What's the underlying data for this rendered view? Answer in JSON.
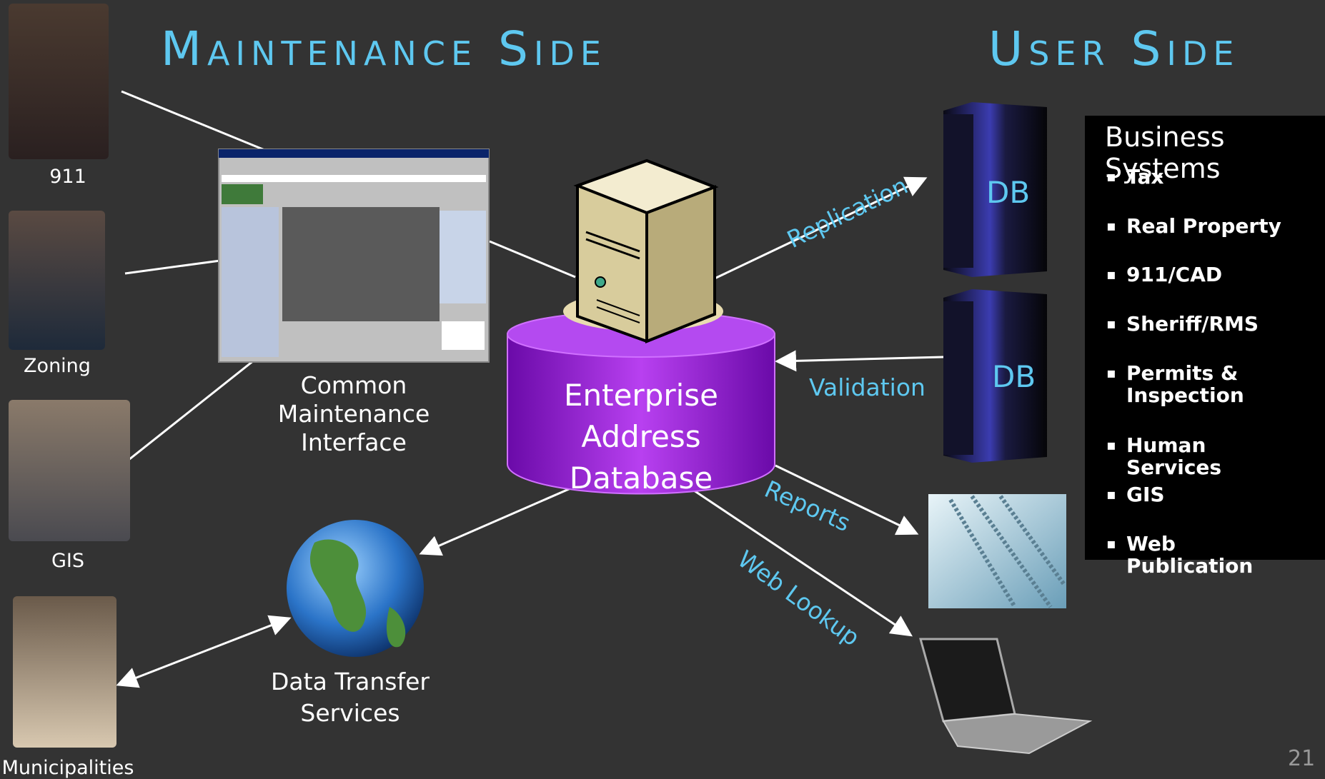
{
  "titles": {
    "maintenance": "Maintenance Side",
    "user": "User Side"
  },
  "people": [
    {
      "label": "911"
    },
    {
      "label": "Zoning"
    },
    {
      "label": "GIS"
    },
    {
      "label": "Municipalities"
    }
  ],
  "captions": {
    "maintenance_interface": [
      "Common",
      "Maintenance",
      "Interface"
    ],
    "data_transfer": [
      "Data Transfer",
      "Services"
    ],
    "database": [
      "Enterprise",
      "Address Database"
    ]
  },
  "flows": {
    "replication": "Replication",
    "validation": "Validation",
    "reports": "Reports",
    "web_lookup": "Web Lookup"
  },
  "servers": [
    {
      "label": "DB"
    },
    {
      "label": "DB"
    }
  ],
  "business_systems": {
    "title": "Business Systems",
    "items": [
      "Tax",
      "Real Property",
      "911/CAD",
      "Sheriff/RMS",
      "Permits & Inspection",
      "Human Services",
      "GIS",
      "Web Publication"
    ]
  },
  "page_number": "21",
  "colors": {
    "background": "#333333",
    "accent": "#5ec8f0",
    "database": "#9b1fd6",
    "panel": "#000000"
  }
}
